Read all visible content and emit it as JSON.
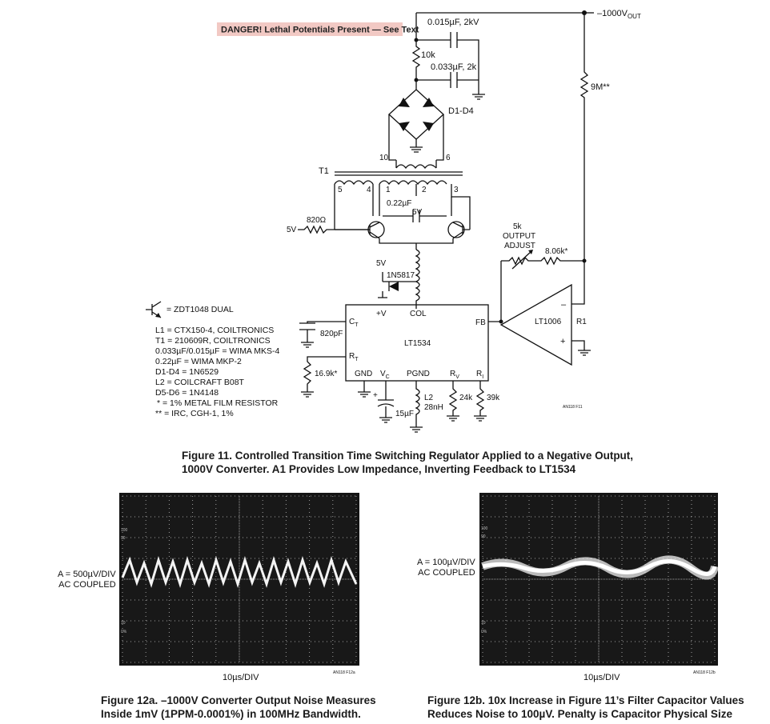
{
  "danger": "DANGER! Lethal Potentials Present — See Text",
  "schematic": {
    "output_label": "–1000V",
    "output_sub": "OUT",
    "c_top": "0.015µF, 2kV",
    "r_10k": "10k",
    "c_mid": "0.033µF, 2k",
    "diodes": "D1-D4",
    "r_9m": "9M**",
    "t_pin10": "10",
    "t_pin6": "6",
    "t1": "T1",
    "pin5": "5",
    "pin4": "4",
    "pin1": "1",
    "pin2": "2",
    "pin3": "3",
    "c_022": "0.22µF",
    "v5_a": "5V",
    "r_820": "820Ω",
    "v5_b": "5V",
    "v5_c": "5V",
    "d_1n5817": "1N5817",
    "pot_1": "5k",
    "pot_2": "OUTPUT",
    "pot_3": "ADJUST",
    "r_806": "8.06k*",
    "opamp": "LT1006",
    "r1_label": "R1",
    "ic": "LT1534",
    "pin_v": "+V",
    "pin_col": "COL",
    "pin_fb": "FB",
    "pin_ct": "C",
    "pin_ct_sub": "T",
    "pin_rt": "R",
    "pin_rt_sub": "T",
    "pin_gnd": "GND",
    "pin_vc": "V",
    "pin_vc_sub": "C",
    "pin_pgnd": "PGND",
    "pin_rv": "R",
    "pin_rv_sub": "V",
    "pin_ri": "R",
    "pin_ri_sub": "I",
    "c_820p": "820pF",
    "r_169": "16.9k*",
    "c_15u": "15µF",
    "l2_a": "L2",
    "l2_b": "28nH",
    "r_24k": "24k",
    "r_39k": "39k",
    "fig_tag": "AN118 F11",
    "legend": [
      "= ZDT1048 DUAL",
      "L1 = CTX150-4, COILTRONICS",
      "T1 = 210609R, COILTRONICS",
      "0.033µF/0.015µF = WIMA MKS-4",
      "0.22µF = WIMA MKP-2",
      "D1-D4 = 1N6529",
      "L2 = COILCRAFT B08T",
      "D5-D6 = 1N4148",
      "* = 1% METAL FILM RESISTOR",
      "** = IRC, CGH-1, 1%"
    ]
  },
  "figure11": {
    "line1": "Figure 11. Controlled Transition Time Switching Regulator Applied to a Negative Output,",
    "line2": "1000V Converter. A1 Provides Low Impedance, Inverting Feedback to LT1534"
  },
  "scope_a": {
    "side_1": "A = 500µV/DIV",
    "side_2": "AC COUPLED",
    "time": "10µs/DIV",
    "tag": "AN118 F12a",
    "grat_100": "100",
    "grat_90": "90",
    "grat_10": "10",
    "grat_0": "0%"
  },
  "scope_b": {
    "side_1": "A = 100µV/DIV",
    "side_2": "AC COUPLED",
    "time": "10µs/DIV",
    "tag": "AN118 F12b",
    "grat_100": "100",
    "grat_90": "90",
    "grat_10": "10",
    "grat_0": "0%"
  },
  "figure12a": {
    "line1": "Figure 12a. –1000V Converter Output Noise Measures",
    "line2": "Inside 1mV (1PPM-0.0001%) in 100MHz Bandwidth."
  },
  "figure12b": {
    "line1": "Figure 12b. 10x Increase in Figure 11’s Filter Capacitor Values",
    "line2": "Reduces Noise to 100µV. Penalty is Capacitor Physical Size"
  }
}
